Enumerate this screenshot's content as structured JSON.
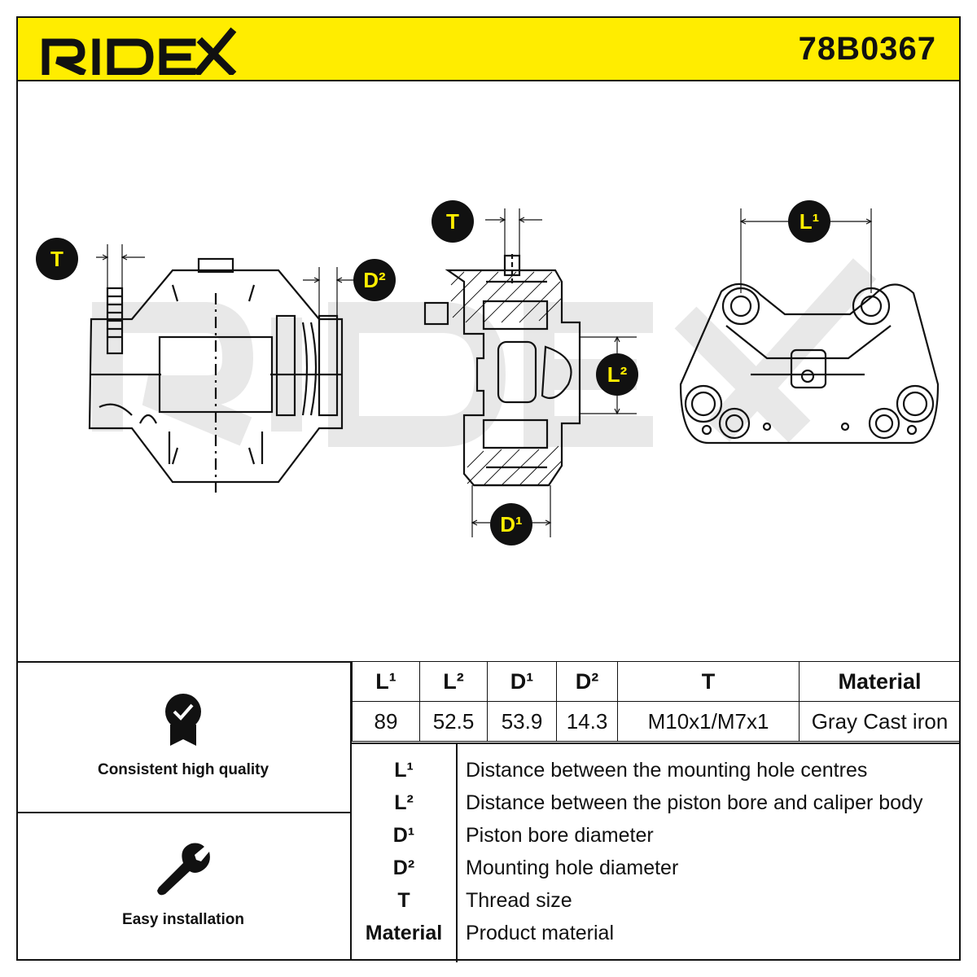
{
  "brand": {
    "name": "RIDEX",
    "part_number": "78B0367"
  },
  "drawing": {
    "labels": {
      "t_left": "T",
      "d2": "D²",
      "t_mid": "T",
      "l2": "L²",
      "d1": "D¹",
      "l1": "L¹"
    },
    "watermark": "RIDEX"
  },
  "features": [
    {
      "label": "Consistent high quality",
      "icon": "quality-badge-icon"
    },
    {
      "label": "Easy installation",
      "icon": "wrench-icon"
    }
  ],
  "spec_table": {
    "headers": [
      "L¹",
      "L²",
      "D¹",
      "D²",
      "T",
      "Material"
    ],
    "values": [
      "89",
      "52.5",
      "53.9",
      "14.3",
      "M10x1/M7x1",
      "Gray Cast iron"
    ]
  },
  "legend": [
    {
      "key": "L¹",
      "desc": "Distance between the mounting hole centres"
    },
    {
      "key": "L²",
      "desc": "Distance between the piston bore and caliper body"
    },
    {
      "key": "D¹",
      "desc": "Piston bore diameter"
    },
    {
      "key": "D²",
      "desc": "Mounting hole diameter"
    },
    {
      "key": "T",
      "desc": "Thread size"
    },
    {
      "key": "Material",
      "desc": "Product material"
    }
  ],
  "colors": {
    "accent": "#ffed00",
    "ink": "#111111",
    "watermark": "#e6e6e6"
  }
}
